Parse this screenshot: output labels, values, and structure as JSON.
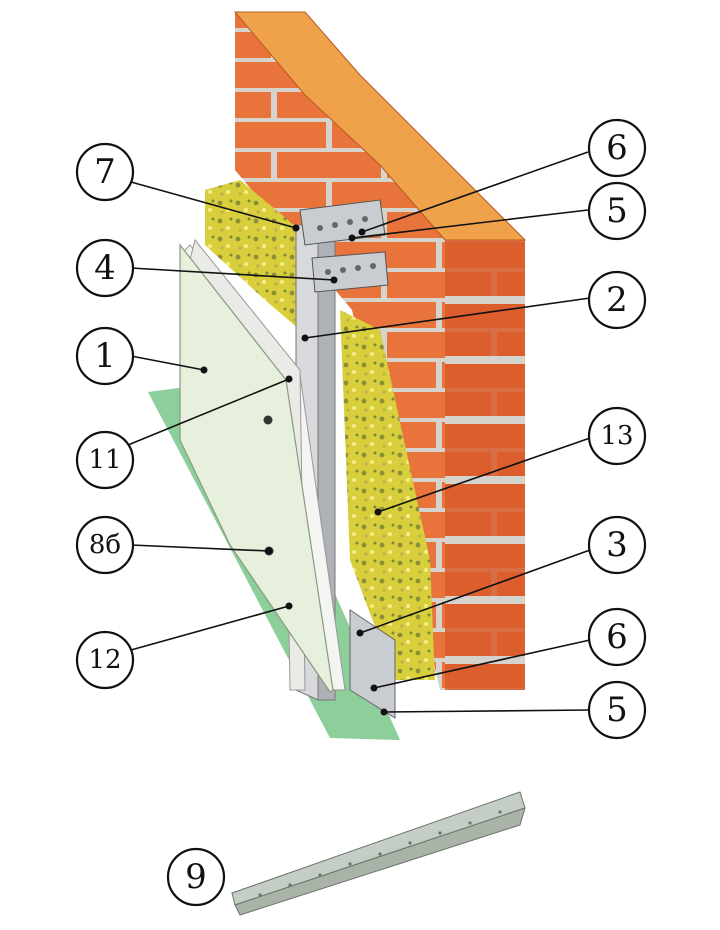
{
  "callouts": [
    {
      "id": "c7",
      "label": "7"
    },
    {
      "id": "c6a",
      "label": "6"
    },
    {
      "id": "c5a",
      "label": "5"
    },
    {
      "id": "c4",
      "label": "4"
    },
    {
      "id": "c2",
      "label": "2"
    },
    {
      "id": "c1",
      "label": "1"
    },
    {
      "id": "c11",
      "label": "11"
    },
    {
      "id": "c13",
      "label": "13"
    },
    {
      "id": "c86",
      "label": "8б"
    },
    {
      "id": "c3",
      "label": "3"
    },
    {
      "id": "c12",
      "label": "12"
    },
    {
      "id": "c6b",
      "label": "6"
    },
    {
      "id": "c5b",
      "label": "5"
    },
    {
      "id": "c9",
      "label": "9"
    }
  ],
  "colors": {
    "brick_face": "#e8743b",
    "brick_top": "#f0a24a",
    "brick_side": "#d95a2b",
    "mortar": "#d6d3cc",
    "insulation": "#d8d24a",
    "board": "#e6f0dc",
    "floor": "#8ccf9a",
    "metal": "#c9ccd0",
    "outline": "#111111"
  }
}
